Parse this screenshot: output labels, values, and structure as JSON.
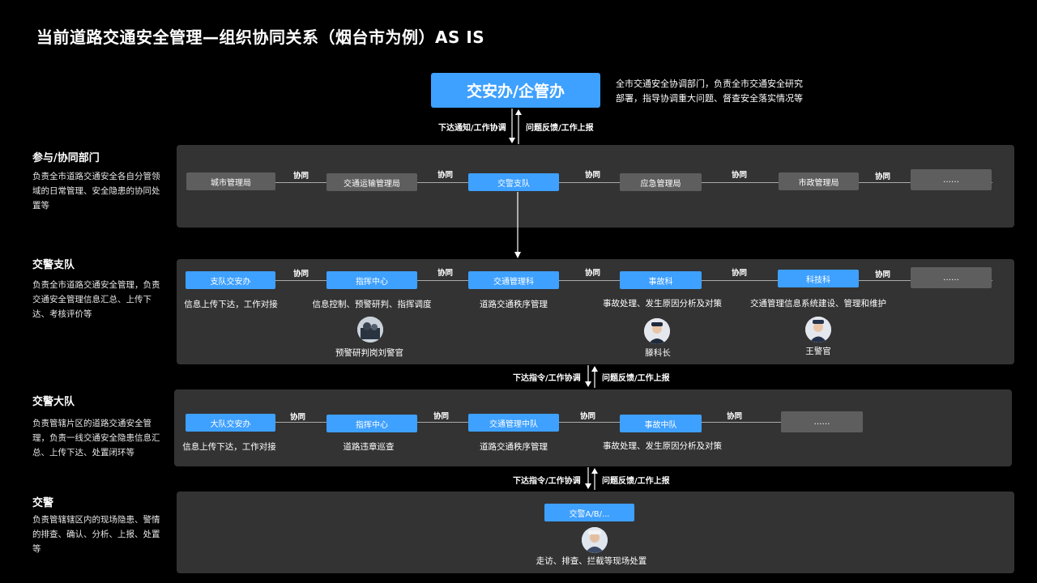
{
  "title": "当前道路交通安全管理—组织协同关系（烟台市为例）AS IS",
  "top": {
    "box_label": "交安办/企管办",
    "description": "全市交通安全协调部门，负责全市交通安全研究部署，指导协调重大问题、督查安全落实情况等",
    "down_label": "下达通知/工作协调",
    "up_label": "问题反馈/工作上报"
  },
  "coop_label": "协同",
  "ellipsis": "……",
  "sections": [
    {
      "title": "参与/协同部门",
      "description": "负责全市道路交通安全各自分管领域的日常管理、安全隐患的协同处置等",
      "nodes": [
        "城市管理局",
        "交通运输管理局",
        "交警支队",
        "应急管理局",
        "市政管理局",
        "……"
      ]
    },
    {
      "title": "交警支队",
      "description": "负责全市道路交通安全管理，负责交通安全管理信息汇总、上传下达、考核评价等",
      "nodes": [
        "支队交安办",
        "指挥中心",
        "交通管理科",
        "事故科",
        "科技科",
        "……"
      ],
      "node_descs": [
        "信息上传下达，工作对接",
        "信息控制、预警研判、指挥调度",
        "道路交通秩序管理",
        "事故处理、发生原因分析及对策",
        "交通管理信息系统建设、管理和维护"
      ],
      "people": [
        "预警研判岗刘警官",
        "滕科长",
        "王警官"
      ]
    },
    {
      "title": "交警大队",
      "description": "负责管辖片区的道路交通安全管理，负责一线交通安全隐患信息汇总、上传下达、处置闭环等",
      "nodes": [
        "大队交安办",
        "指挥中心",
        "交通管理中队",
        "事故中队",
        "……"
      ],
      "node_descs": [
        "信息上传下达，工作对接",
        "道路违章巡查",
        "道路交通秩序管理",
        "事故处理、发生原因分析及对策"
      ]
    },
    {
      "title": "交警",
      "description": "负责管辖辖区内的现场隐患、警情的排查、确认、分析、上报、处置等",
      "nodes": [
        "交警A/B/..."
      ],
      "node_descs": [
        "走访、排查、拦截等现场处置"
      ]
    }
  ],
  "links": [
    {
      "down": "下达指令/工作协调",
      "up": "问题反馈/工作上报"
    },
    {
      "down": "下达指令/工作协调",
      "up": "问题反馈/工作上报"
    }
  ],
  "colors": {
    "background": "#000000",
    "panel": "#333333",
    "blue": "#3ea0ff",
    "gray_node": "#5e5e5e"
  },
  "icons": [
    "police-avatar-icon"
  ]
}
